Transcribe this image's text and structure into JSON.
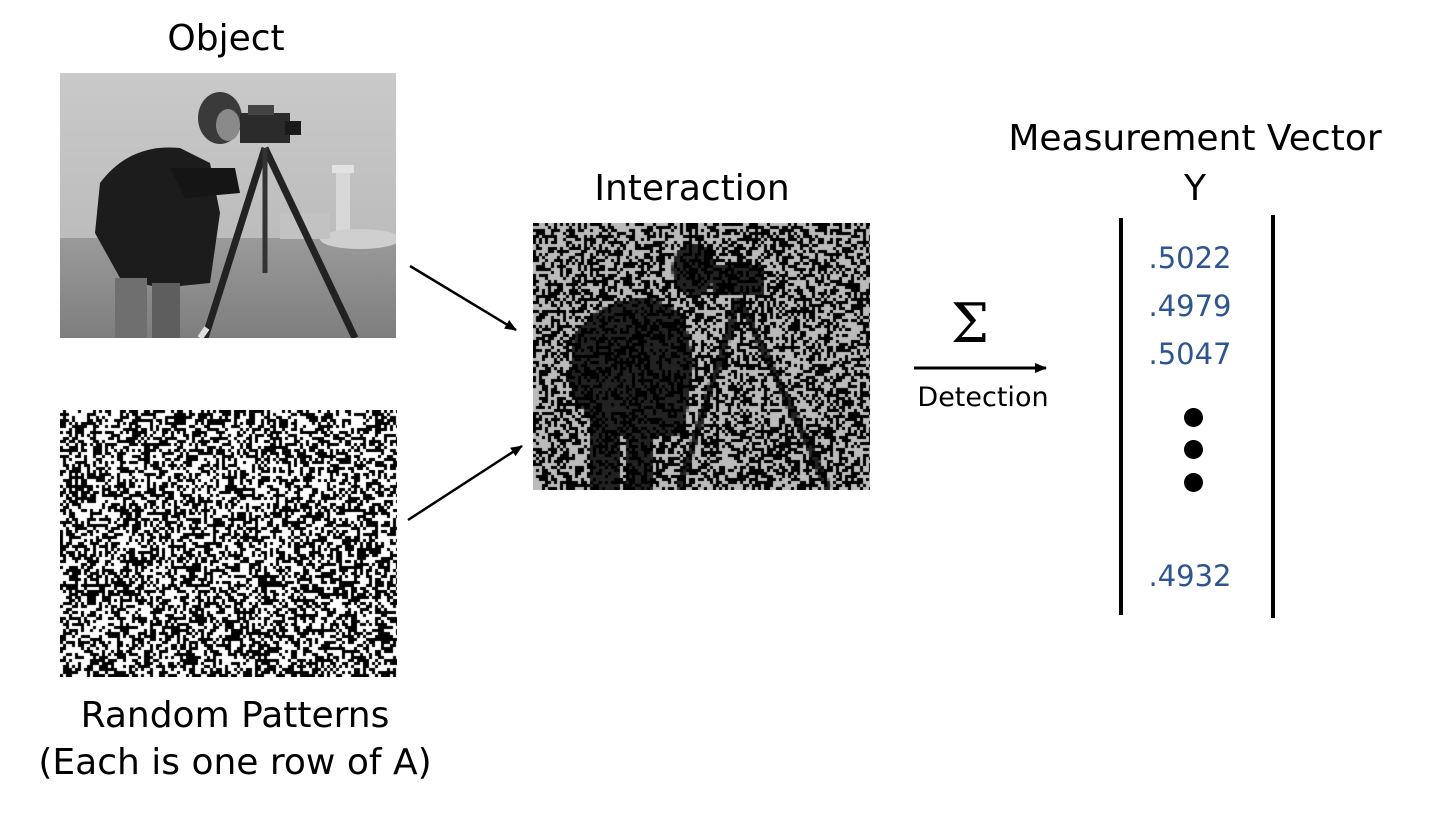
{
  "object": {
    "title": "Object",
    "image_desc": "cameraman-photo"
  },
  "patterns": {
    "title_line1": "Random Patterns",
    "title_line2": "(Each is one row of A)"
  },
  "interaction": {
    "title": "Interaction"
  },
  "detection": {
    "symbol": "Σ",
    "label": "Detection"
  },
  "measurement": {
    "title_line1": "Measurement Vector",
    "title_line2": "Y",
    "values": [
      ".5022",
      ".4979",
      ".5047",
      ".4932"
    ],
    "value_color": "#2e5590"
  }
}
